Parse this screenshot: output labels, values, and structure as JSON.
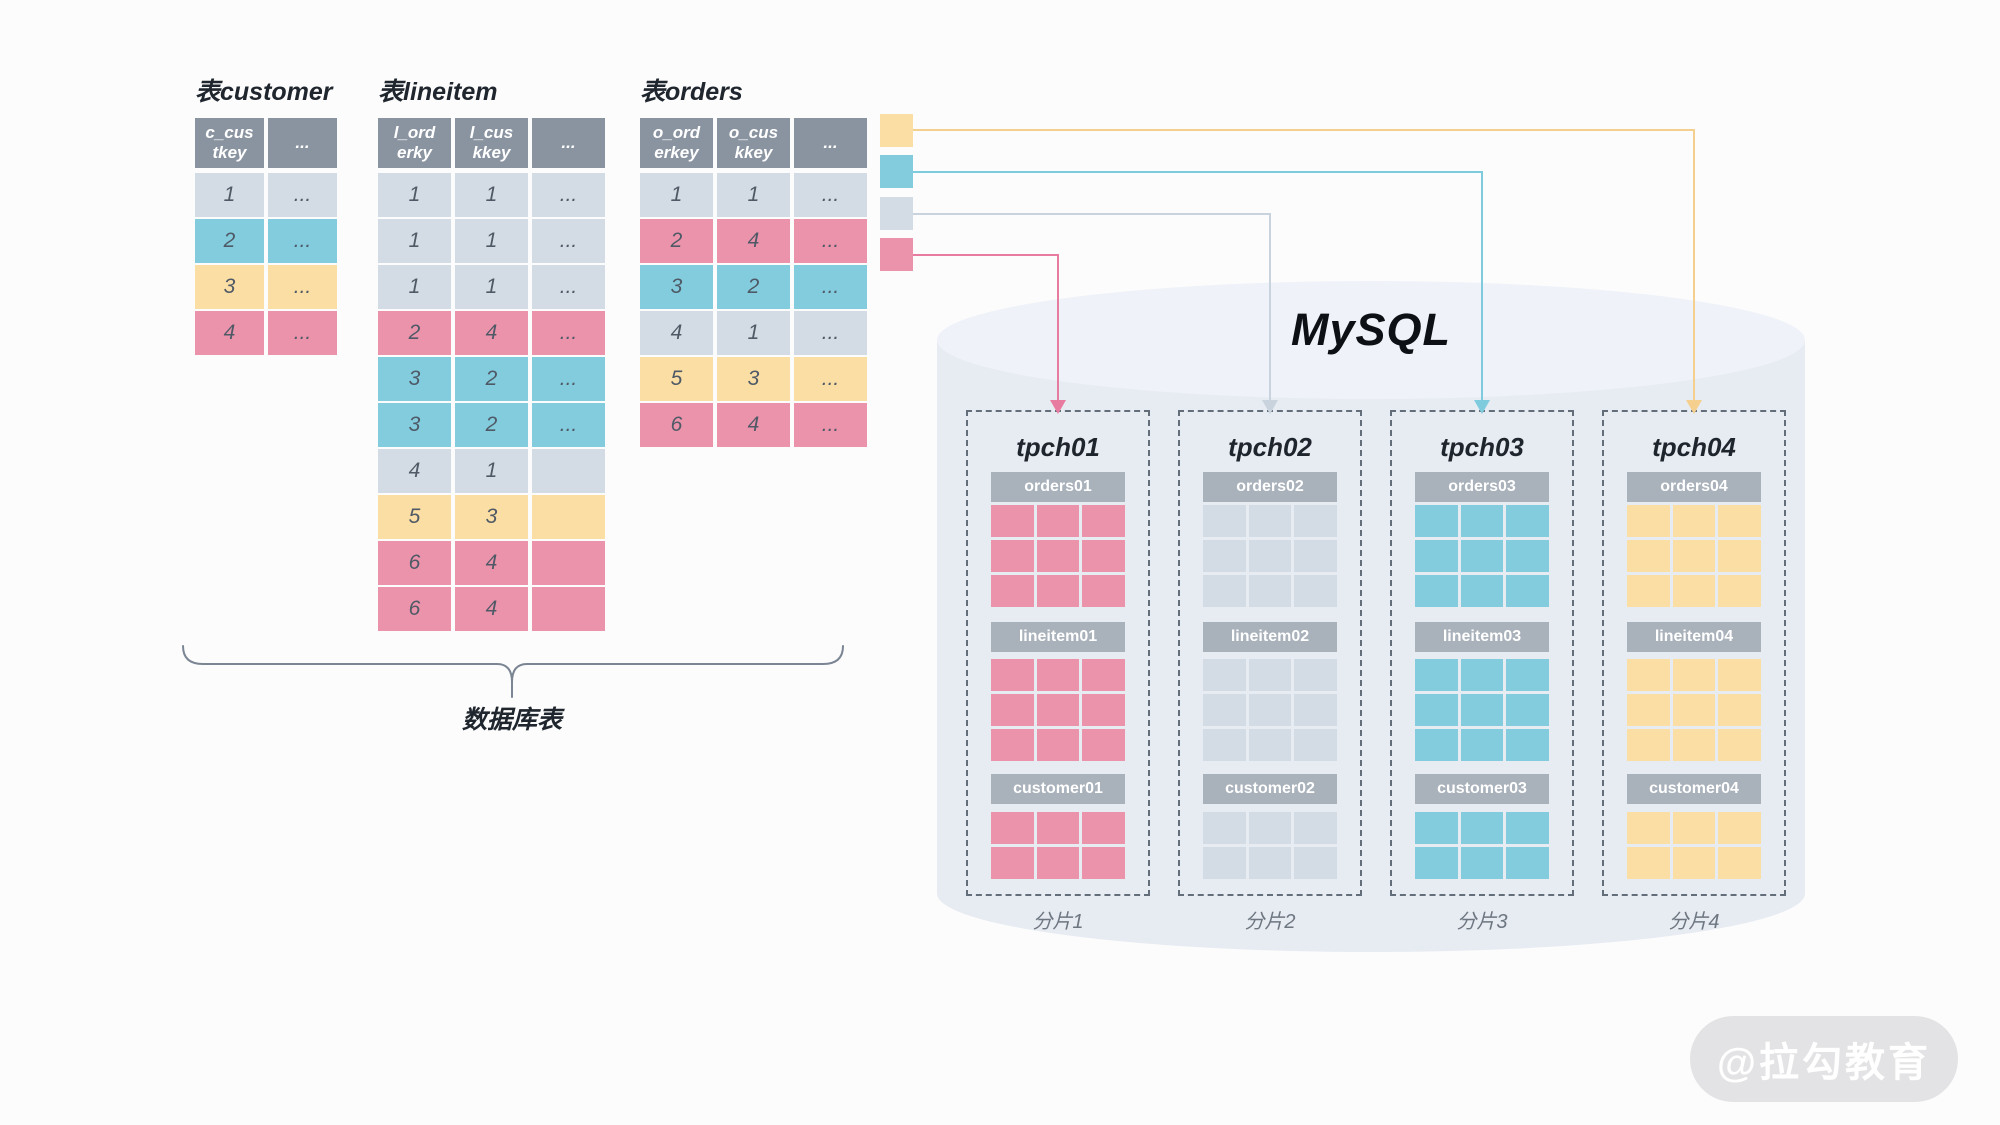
{
  "colors": {
    "gray": "#d3dce4",
    "cyan": "#82ccde",
    "yellow": "#fbdea4",
    "pink": "#ec93ac",
    "line": {
      "gray": "#c8d3dd",
      "cyan": "#7fcbde",
      "yellow": "#f5cf8e",
      "pink": "#e87ca0"
    },
    "table_header": "#8a94a1",
    "shard_table_header": "#a9b1bb",
    "brace": "#7b8594"
  },
  "tables": [
    {
      "id": "customer",
      "title": "表customer",
      "headers": [
        "c_cus\ntkey",
        "..."
      ],
      "rows": [
        {
          "cells": [
            "1",
            "..."
          ],
          "color": "gray"
        },
        {
          "cells": [
            "2",
            "..."
          ],
          "color": "cyan"
        },
        {
          "cells": [
            "3",
            "..."
          ],
          "color": "yellow"
        },
        {
          "cells": [
            "4",
            "..."
          ],
          "color": "pink"
        }
      ]
    },
    {
      "id": "lineitem",
      "title": "表lineitem",
      "headers": [
        "l_ord\nerky",
        "l_cus\nkkey",
        "..."
      ],
      "rows": [
        {
          "cells": [
            "1",
            "1",
            "..."
          ],
          "color": "gray"
        },
        {
          "cells": [
            "1",
            "1",
            "..."
          ],
          "color": "gray"
        },
        {
          "cells": [
            "1",
            "1",
            "..."
          ],
          "color": "gray"
        },
        {
          "cells": [
            "2",
            "4",
            "..."
          ],
          "color": "pink"
        },
        {
          "cells": [
            "3",
            "2",
            "..."
          ],
          "color": "cyan"
        },
        {
          "cells": [
            "3",
            "2",
            "..."
          ],
          "color": "cyan"
        },
        {
          "cells": [
            "4",
            "1",
            ""
          ],
          "color": "gray"
        },
        {
          "cells": [
            "5",
            "3",
            ""
          ],
          "color": "yellow"
        },
        {
          "cells": [
            "6",
            "4",
            ""
          ],
          "color": "pink"
        },
        {
          "cells": [
            "6",
            "4",
            ""
          ],
          "color": "pink"
        }
      ]
    },
    {
      "id": "orders",
      "title": "表orders",
      "headers": [
        "o_ord\nerkey",
        "o_cus\nkkey",
        "..."
      ],
      "rows": [
        {
          "cells": [
            "1",
            "1",
            "..."
          ],
          "color": "gray"
        },
        {
          "cells": [
            "2",
            "4",
            "..."
          ],
          "color": "pink"
        },
        {
          "cells": [
            "3",
            "2",
            "..."
          ],
          "color": "cyan"
        },
        {
          "cells": [
            "4",
            "1",
            "..."
          ],
          "color": "gray"
        },
        {
          "cells": [
            "5",
            "3",
            "..."
          ],
          "color": "yellow"
        },
        {
          "cells": [
            "6",
            "4",
            "..."
          ],
          "color": "pink"
        }
      ]
    }
  ],
  "brace_label": "数据库表",
  "legend": [
    {
      "color": "yellow",
      "target": "tpch04"
    },
    {
      "color": "cyan",
      "target": "tpch03"
    },
    {
      "color": "gray",
      "target": "tpch02"
    },
    {
      "color": "pink",
      "target": "tpch01"
    }
  ],
  "mysql": {
    "title": "MySQL",
    "shards": [
      {
        "name": "tpch01",
        "color": "pink",
        "tables": [
          "orders01",
          "lineitem01",
          "customer01"
        ],
        "label": "分片1"
      },
      {
        "name": "tpch02",
        "color": "gray",
        "tables": [
          "orders02",
          "lineitem02",
          "customer02"
        ],
        "label": "分片2"
      },
      {
        "name": "tpch03",
        "color": "cyan",
        "tables": [
          "orders03",
          "lineitem03",
          "customer03"
        ],
        "label": "分片3"
      },
      {
        "name": "tpch04",
        "color": "yellow",
        "tables": [
          "orders04",
          "lineitem04",
          "customer04"
        ],
        "label": "分片4"
      }
    ]
  },
  "watermark": "@拉勾教育"
}
